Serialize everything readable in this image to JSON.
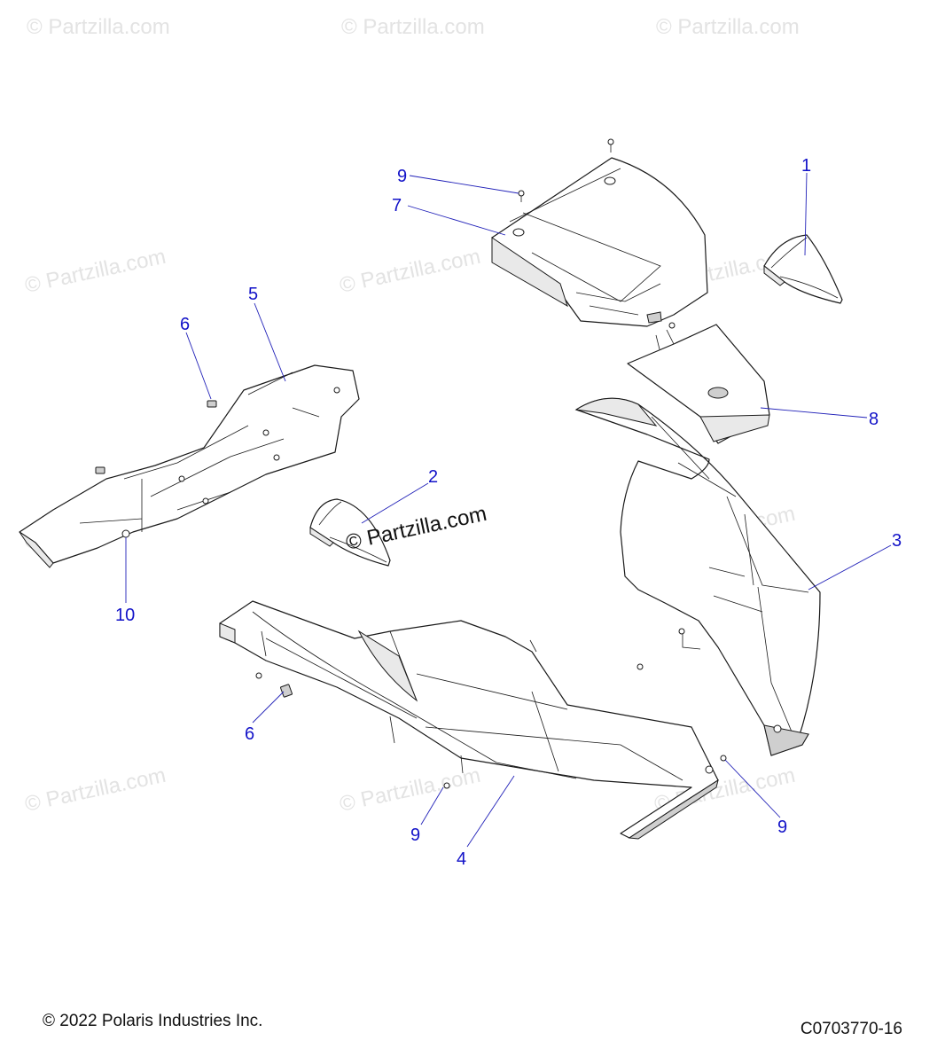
{
  "watermark": {
    "text": "© Partzilla.com",
    "main_text": "© Partzilla.com"
  },
  "callouts": [
    {
      "id": "c1",
      "label": "1"
    },
    {
      "id": "c2",
      "label": "2"
    },
    {
      "id": "c3",
      "label": "3"
    },
    {
      "id": "c4",
      "label": "4"
    },
    {
      "id": "c5",
      "label": "5"
    },
    {
      "id": "c6a",
      "label": "6"
    },
    {
      "id": "c6b",
      "label": "6"
    },
    {
      "id": "c7",
      "label": "7"
    },
    {
      "id": "c8",
      "label": "8"
    },
    {
      "id": "c9a",
      "label": "9"
    },
    {
      "id": "c9b",
      "label": "9"
    },
    {
      "id": "c9c",
      "label": "9"
    },
    {
      "id": "c10",
      "label": "10"
    }
  ],
  "footer": {
    "copyright": "© 2022 Polaris Industries Inc.",
    "diagram_code": "C0703770-16"
  }
}
